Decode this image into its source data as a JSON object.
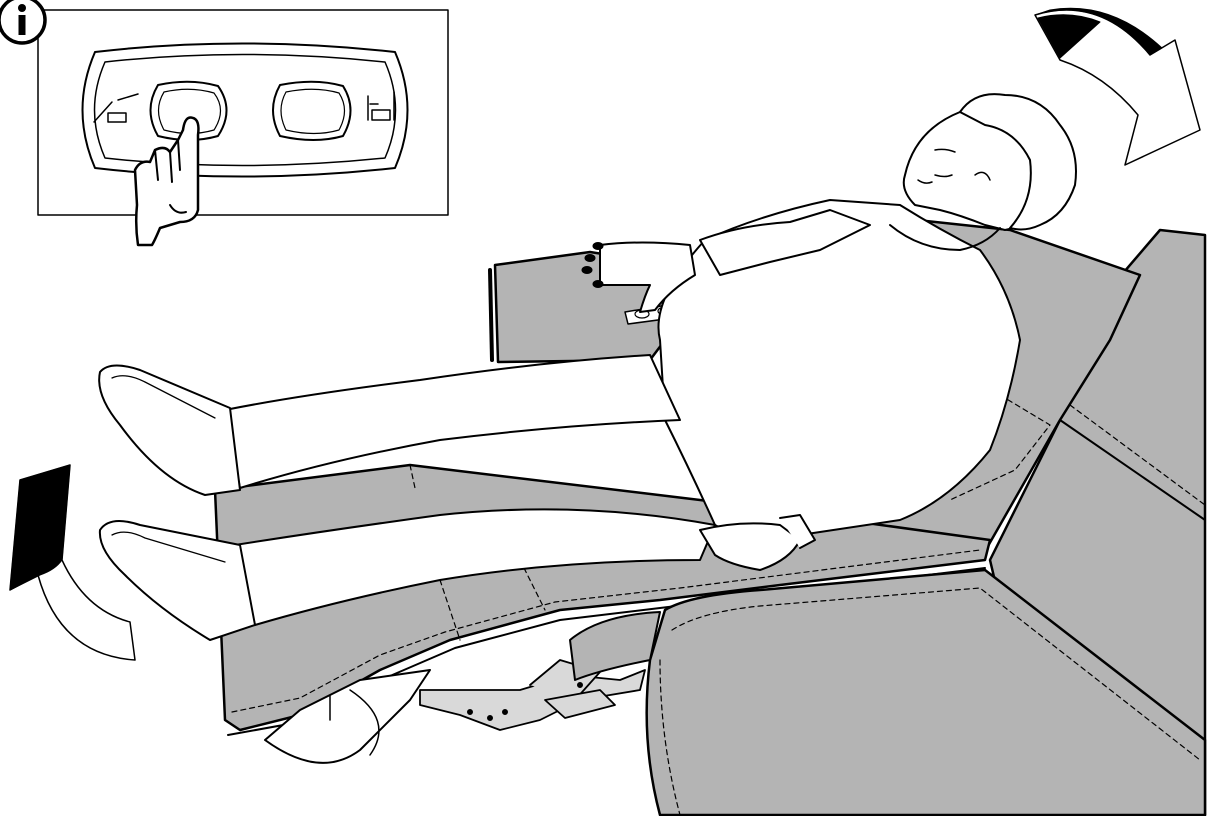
{
  "figure": {
    "kind": "recliner-instruction-illustration",
    "colors": {
      "upholstery": "#b4b4b4",
      "outline": "#000000",
      "background": "#ffffff",
      "mechanism": "#d9d9d9"
    }
  },
  "inset": {
    "info_icon": "info-icon",
    "remote_buttons": [
      {
        "icon": "recline-out-icon",
        "pressed": true
      },
      {
        "icon": "recline-in-icon",
        "pressed": false
      }
    ]
  },
  "arrows": [
    {
      "icon": "backrest-down-arrow-icon",
      "direction": "clockwise-down"
    },
    {
      "icon": "footrest-up-arrow-icon",
      "direction": "counterclockwise-up"
    }
  ]
}
